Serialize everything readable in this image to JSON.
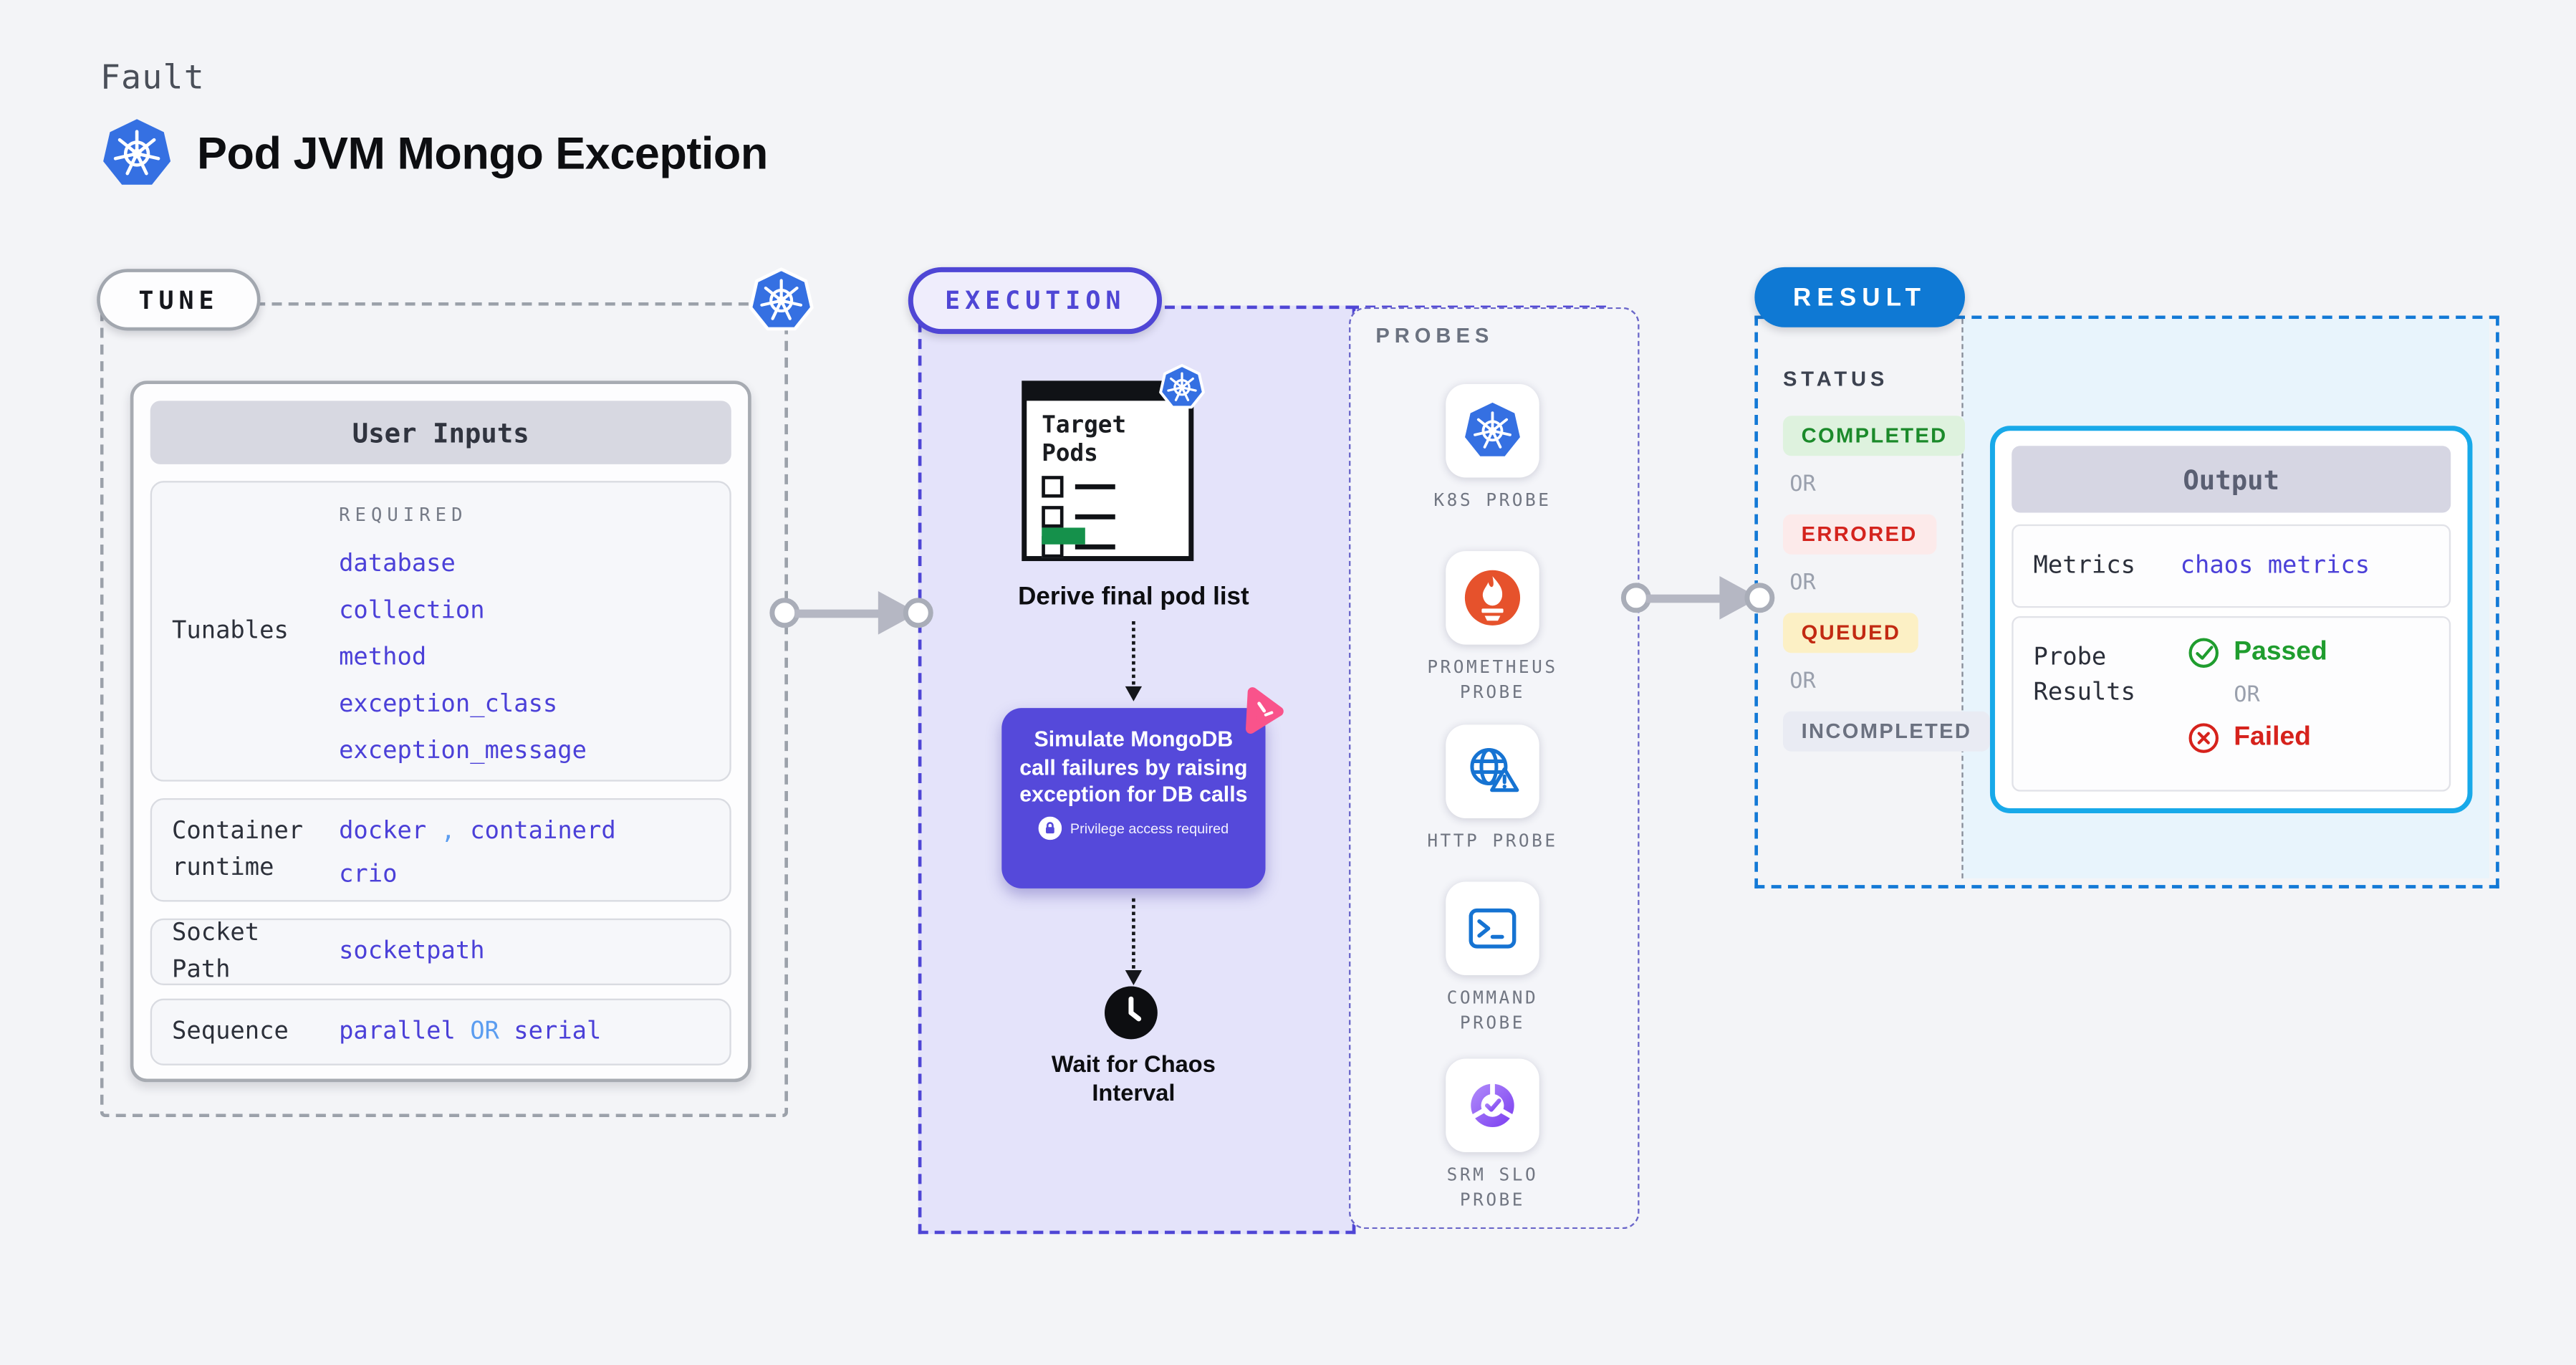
{
  "header": {
    "kicker": "Fault",
    "title": "Pod JVM Mongo Exception"
  },
  "tune": {
    "pill": "TUNE",
    "card_title": "User Inputs",
    "tunables_label": "Tunables",
    "required_label": "REQUIRED",
    "tunables": [
      "database",
      "collection",
      "method",
      "exception_class",
      "exception_message"
    ],
    "runtime_label": "Container runtime",
    "runtime_1": "docker",
    "runtime_comma": ",",
    "runtime_2": "containerd",
    "runtime_3": "crio",
    "socket_label": "Socket Path",
    "socket_value": "socketpath",
    "sequence_label": "Sequence",
    "sequence_1": "parallel",
    "sequence_or": "OR",
    "sequence_2": "serial"
  },
  "execution": {
    "pill": "EXECUTION",
    "target_pods_title": "Target Pods",
    "derive_label": "Derive final pod list",
    "simulate_text": "Simulate MongoDB call failures by raising exception for DB calls",
    "privilege_label": "Privilege access required",
    "wait_label": "Wait for Chaos Interval",
    "probes_title": "PROBES",
    "probes": [
      {
        "label": "K8S PROBE",
        "icon": "kubernetes-icon"
      },
      {
        "label": "PROMETHEUS PROBE",
        "icon": "prometheus-icon"
      },
      {
        "label": "HTTP PROBE",
        "icon": "globe-alert-icon"
      },
      {
        "label": "COMMAND PROBE",
        "icon": "terminal-icon"
      },
      {
        "label": "SRM SLO PROBE",
        "icon": "slo-donut-icon"
      }
    ]
  },
  "result": {
    "pill": "RESULT",
    "status_label": "STATUS",
    "or_label": "OR",
    "statuses": [
      {
        "label": "COMPLETED",
        "type": "success"
      },
      {
        "label": "ERRORED",
        "type": "error"
      },
      {
        "label": "QUEUED",
        "type": "warning"
      },
      {
        "label": "INCOMPLETED",
        "type": "neutral"
      }
    ],
    "output": {
      "title": "Output",
      "metrics_label": "Metrics",
      "metrics_value": "chaos metrics",
      "probe_results_label": "Probe Results",
      "passed": "Passed",
      "or": "OR",
      "failed": "Failed"
    }
  },
  "colors": {
    "page_bg": "#f3f4f7",
    "accent_indigo": "#4f46d5",
    "value_indigo": "#4b40d8",
    "accent_light_blue": "#5b9df0",
    "lavender_bg": "#e4e3fa",
    "simulate_bg": "#5549da",
    "result_blue": "#0f79d4",
    "output_border": "#18a9e9",
    "cyan_bg": "#e8f4fc",
    "success_green": "#1f9d2e",
    "fail_red": "#d6221c",
    "k8s_blue": "#3570e2",
    "prometheus_orange": "#e6522c",
    "chaos_pink": "#f9538b",
    "pod_green": "#15914b"
  }
}
